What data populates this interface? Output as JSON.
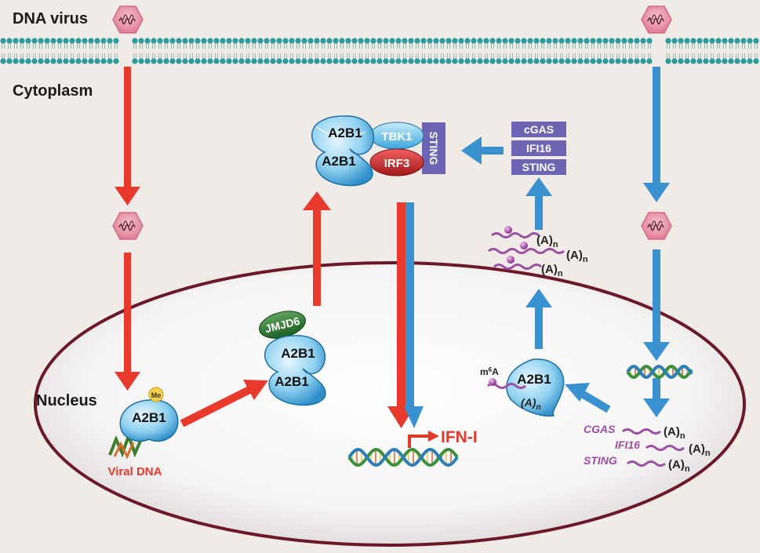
{
  "labels": {
    "dna_virus": "DNA virus",
    "cytoplasm": "Cytoplasm",
    "nucleus": "Nucleus",
    "viral_dna": "Viral DNA",
    "me": "Me",
    "ifn": "IFN-I",
    "m6a_prefix": "m",
    "m6a_sup": "6",
    "m6a_suffix": "A"
  },
  "proteins": {
    "a2b1": "A2B1",
    "tbk1": "TBK1",
    "irf3": "IRF3",
    "sting": "STING",
    "jmjd6": "JMJD6"
  },
  "sensor_stack": [
    "cGAS",
    "IFI16",
    "STING"
  ],
  "nuclear_transcripts": [
    "CGAS",
    "IFI16",
    "STING"
  ],
  "polya": {
    "base": "(A)",
    "sub": "n"
  },
  "colors": {
    "red_pathway": "#e83a2c",
    "blue_pathway": "#3a91cf",
    "membrane_teal": "#2a9d9a",
    "rna_purple": "#9b4fa3",
    "sensor_purple": "#6d64b4",
    "nucleus_border": "#6b1828",
    "background": "#f1ebe8"
  }
}
